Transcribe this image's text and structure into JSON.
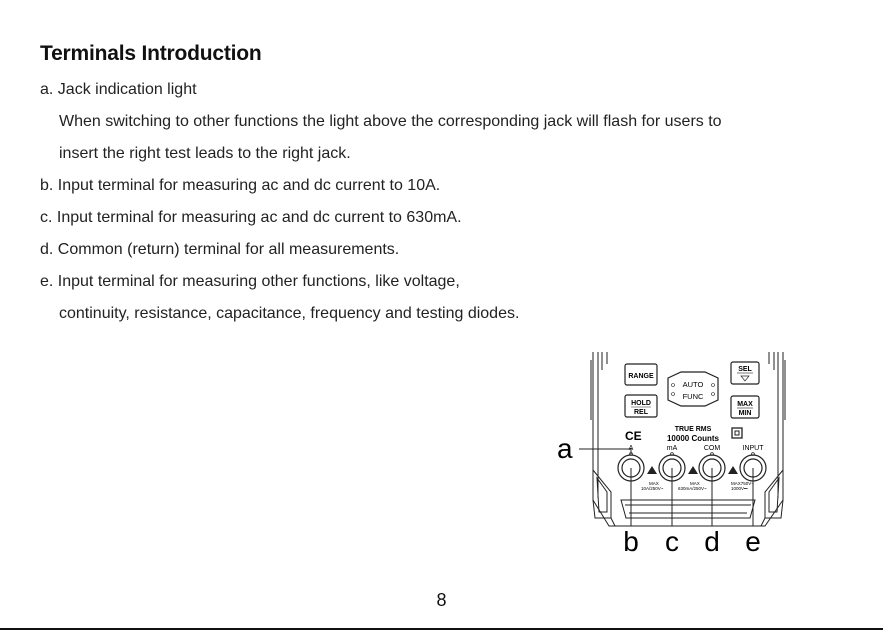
{
  "title": "Terminals Introduction",
  "items": {
    "a": "a. Jack indication light",
    "a_desc_1": "When switching to other functions the light above the corresponding jack will flash for users to",
    "a_desc_2": "insert the right test leads to the right jack.",
    "b": "b. Input terminal for measuring ac and dc current to 10A.",
    "c": "c. Input terminal for measuring ac and dc current to 630mA.",
    "d": "d. Common (return) terminal for all measurements.",
    "e": "e. Input terminal for measuring other functions, like voltage,",
    "e_desc": "continuity, resistance, capacitance, frequency and testing diodes."
  },
  "figure": {
    "buttons": {
      "range": "RANGE",
      "hold": "HOLD",
      "rel": "REL",
      "sel": "SEL",
      "max": "MAX",
      "min": "MIN",
      "auto": "AUTO",
      "func": "FUNC"
    },
    "ce_mark": "CE",
    "true_rms": "TRUE RMS",
    "counts": "10000 Counts",
    "jacks": {
      "a": "A",
      "ma": "mA",
      "com": "COM",
      "input": "INPUT"
    },
    "ratings": {
      "a_max": "MAX",
      "a_rating": "10A/250V~",
      "ma_max": "MAX",
      "ma_rating": "630mA/250V~",
      "input_max": "MAX750V~",
      "input_rating": "1000V⎓"
    },
    "callouts": {
      "a": "a",
      "b": "b",
      "c": "c",
      "d": "d",
      "e": "e"
    }
  },
  "page_number": "8"
}
